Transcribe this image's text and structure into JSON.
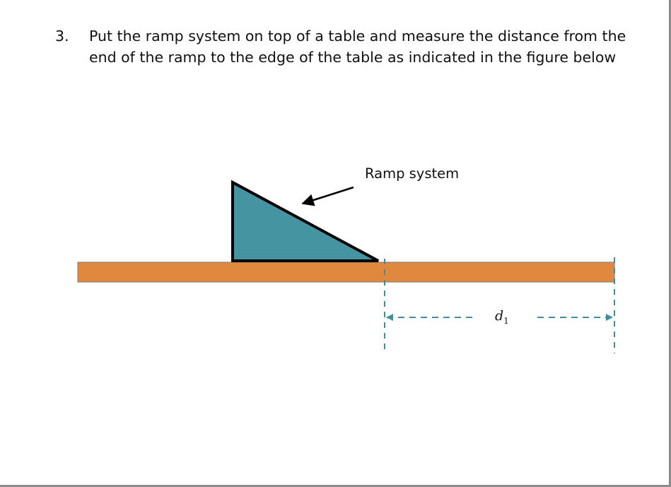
{
  "instruction": {
    "number": "3.",
    "text": "Put the ramp system on top of a table and measure the distance from the\nend of the ramp to the edge of the table  as indicated in the figure below"
  },
  "figure": {
    "callout_label": "Ramp system",
    "dimension_label": "d",
    "dimension_subscript": "1",
    "colors": {
      "table": "#E0893E",
      "ramp": "#4494A2",
      "dashed_line": "#3F8E9C",
      "outline": "#000000"
    }
  }
}
